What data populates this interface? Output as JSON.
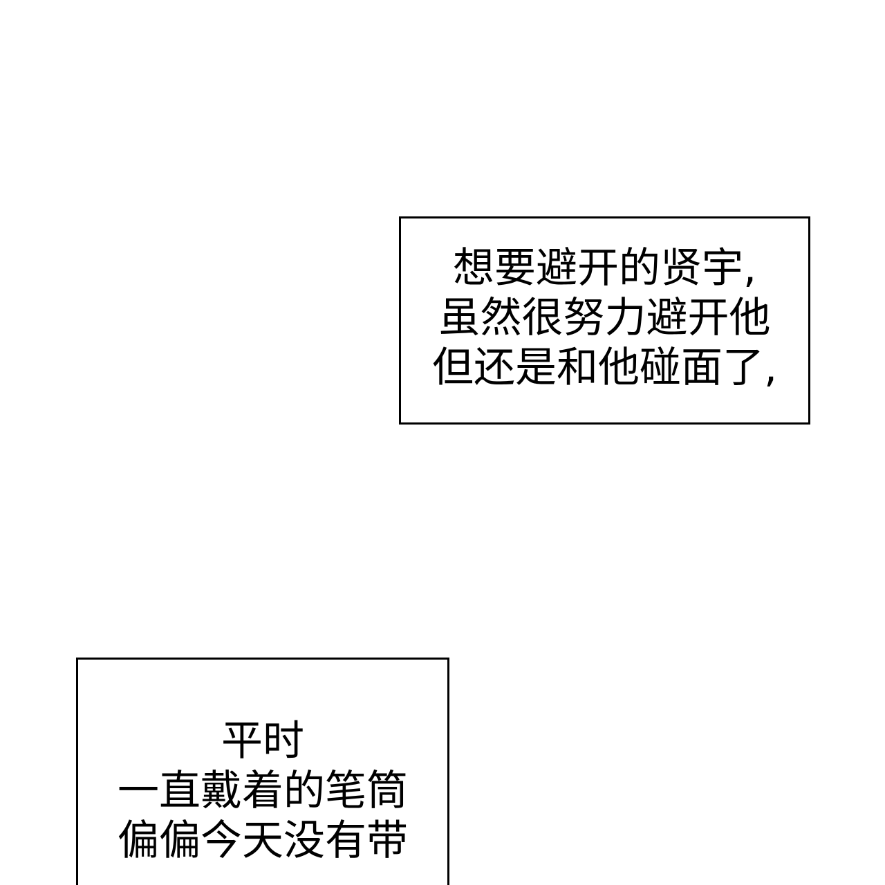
{
  "captions": [
    {
      "lines": [
        "想要避开的贤宇,",
        "虽然很努力避开他",
        "但还是和他碰面了,"
      ]
    },
    {
      "lines": [
        "平时",
        "一直戴着的笔筒",
        "偏偏今天没有带"
      ]
    }
  ]
}
